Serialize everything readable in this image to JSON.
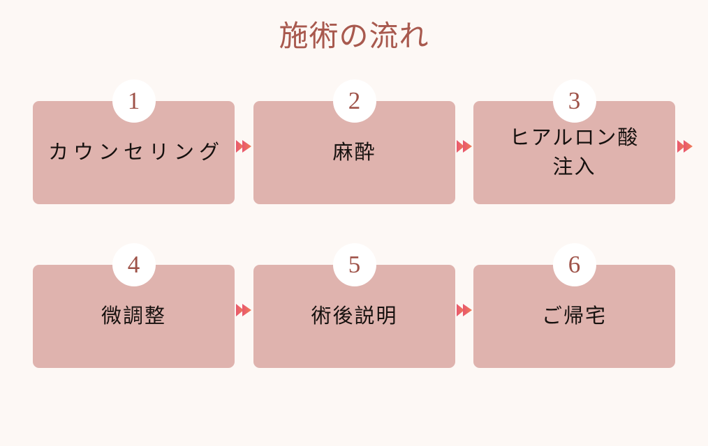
{
  "title": "施術の流れ",
  "colors": {
    "page_background": "#fdf8f5",
    "card_background": "#dfb3ae",
    "title_text": "#a8594e",
    "badge_background": "#ffffff",
    "badge_text": "#9e5248",
    "label_text": "#16110f",
    "arrow_start": "#e8566f",
    "arrow_end": "#ef7d56"
  },
  "steps": [
    {
      "number": "1",
      "label": "カウンセリング",
      "spaced": true,
      "arrow_after": true
    },
    {
      "number": "2",
      "label": "麻酔",
      "spaced": false,
      "arrow_after": true
    },
    {
      "number": "3",
      "label": "ヒアルロン酸\n注入",
      "spaced": false,
      "arrow_after": true
    },
    {
      "number": "4",
      "label": "微調整",
      "spaced": false,
      "arrow_after": true
    },
    {
      "number": "5",
      "label": "術後説明",
      "spaced": false,
      "arrow_after": true
    },
    {
      "number": "6",
      "label": "ご帰宅",
      "spaced": false,
      "arrow_after": false
    }
  ],
  "rows": [
    {
      "step_indices": [
        0,
        1,
        2
      ]
    },
    {
      "step_indices": [
        3,
        4,
        5
      ]
    }
  ]
}
